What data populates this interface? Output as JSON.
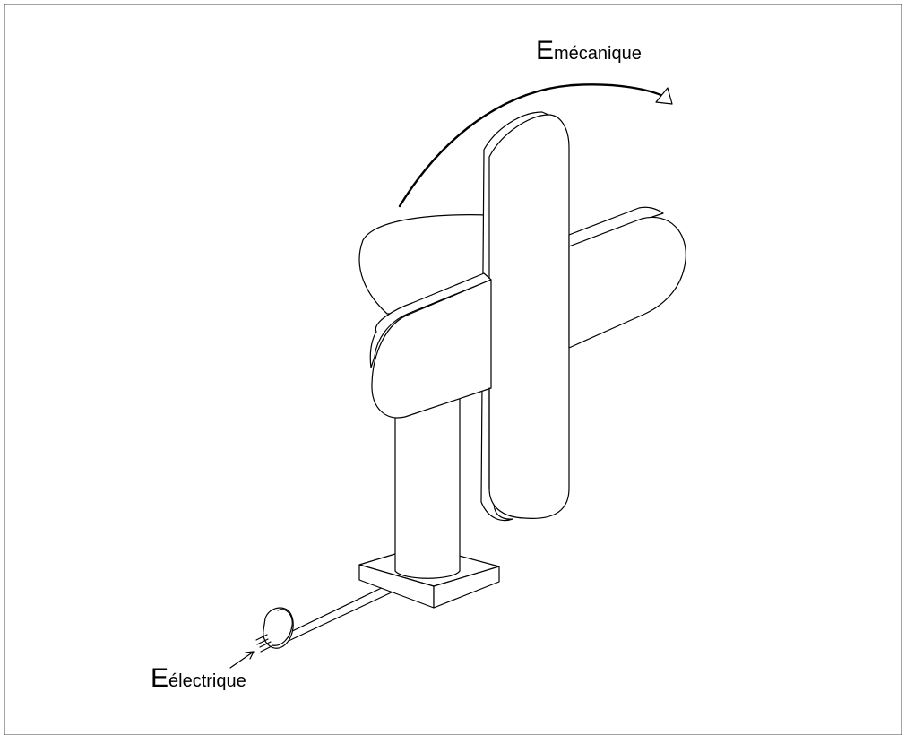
{
  "labels": {
    "mechanical": {
      "letter": "E",
      "subscript": "mécanique"
    },
    "electrical": {
      "letter": "E",
      "subscript": "électrique"
    }
  },
  "colors": {
    "line": "#000000",
    "fill": "#ffffff"
  }
}
